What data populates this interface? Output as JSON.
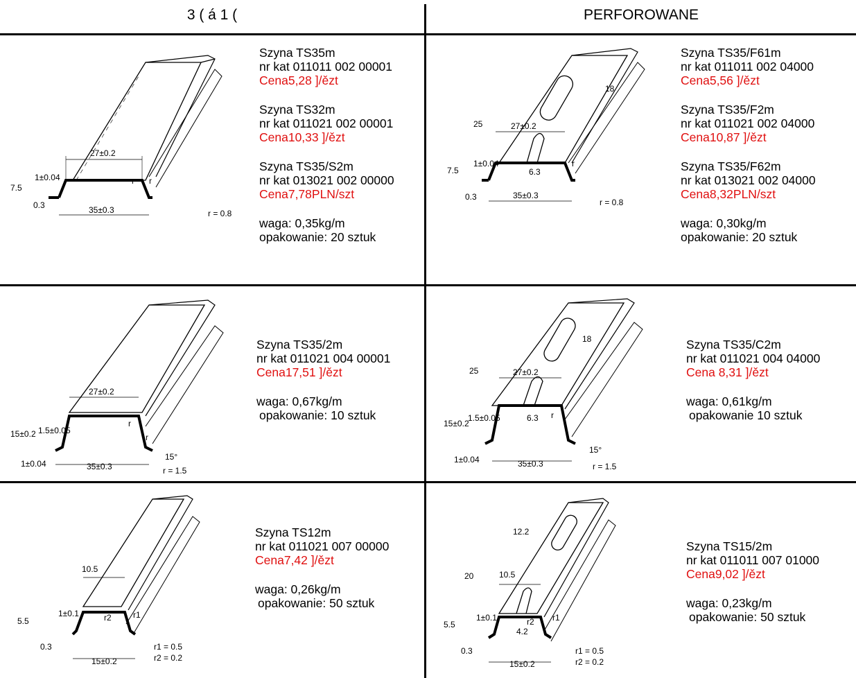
{
  "header": {
    "left": "3 ( á 1 (",
    "right": "PERFOROWANE"
  },
  "rows": [
    {
      "left": {
        "items": [
          {
            "name": "Szyna TS35m",
            "kat": "nr kat 011011 002 00001",
            "price": "Cena5,28 ]/ězt"
          },
          {
            "name": "Szyna TS32m",
            "kat": "nr kat 011021 002 00001",
            "price": "Cena10,33 ]/ězt"
          },
          {
            "name": "Szyna TS35/S2m",
            "kat": "nr kat 013021 002 00000",
            "price": "Cena7,78PLN/szt"
          }
        ],
        "waga": "waga: 0,35kg/m",
        "opak": "opakowanie: 20 sztuk",
        "dims": {
          "w": "27±0.2",
          "base": "35±0.3",
          "h": "7.5",
          "t": "1±0.04",
          "s": "0.3",
          "r": "r = 0.8"
        }
      },
      "right": {
        "items": [
          {
            "name": "Szyna TS35/F61m",
            "kat": "nr kat 011011 002 04000",
            "price": "Cena5,56 ]/ězt"
          },
          {
            "name": "Szyna TS35/F2m",
            "kat": "nr kat 011021 002 04000",
            "price": "Cena10,87 ]/ězt"
          },
          {
            "name": "Szyna TS35/F62m",
            "kat": "nr kat 013021 002 04000",
            "price": "Cena8,32PLN/szt"
          }
        ],
        "waga": "waga: 0,30kg/m",
        "opak": "opakowanie: 20 sztuk",
        "dims": {
          "w": "27±0.2",
          "base": "35±0.3",
          "h": "7.5",
          "t": "1±0.04",
          "s": "0.3",
          "r": "r = 0.8",
          "slot": "18",
          "pitch": "25",
          "hole": "6.3"
        }
      }
    },
    {
      "left": {
        "items": [
          {
            "name": "Szyna TS35/2m",
            "kat": "nr kat 011021 004 00001",
            "price": "Cena17,51 ]/ězt"
          }
        ],
        "waga": "waga: 0,67kg/m",
        "opak": "opakowanie: 10 sztuk",
        "dims": {
          "w": "27±0.2",
          "base": "35±0.3",
          "h": "15±0.2",
          "t": "1±0.04",
          "s": "1.5±0.05",
          "r": "r = 1.5",
          "angle": "15°"
        }
      },
      "right": {
        "items": [
          {
            "name": "Szyna TS35/C2m",
            "kat": "nr kat 011021 004 04000",
            "price": "Cena 8,31 ]/ězt"
          }
        ],
        "waga": "waga: 0,61kg/m",
        "opak": "opakowanie 10 sztuk",
        "dims": {
          "w": "27±0.2",
          "base": "35±0.3",
          "h": "15±0.2",
          "t": "1±0.04",
          "s": "1.5±0.05",
          "r": "r = 1.5",
          "angle": "15°",
          "slot": "18",
          "pitch": "25",
          "hole": "6.3"
        }
      }
    },
    {
      "left": {
        "items": [
          {
            "name": "Szyna TS12m",
            "kat": "nr kat 011021 007 00000",
            "price": "Cena7,42 ]/ězt"
          }
        ],
        "waga": "waga: 0,26kg/m",
        "opak": "opakowanie: 50 sztuk",
        "dims": {
          "w": "10.5",
          "base": "15±0.2",
          "h": "5.5",
          "t": "1±0.1",
          "s": "0.3",
          "r": "r1 = 0.5",
          "r2": "r2 = 0.2"
        }
      },
      "right": {
        "items": [
          {
            "name": "Szyna TS15/2m",
            "kat": "nr kat 011011 007 01000",
            "price": "Cena9,02 ]/ězt"
          }
        ],
        "waga": "waga: 0,23kg/m",
        "opak": "opakowanie: 50 sztuk",
        "dims": {
          "w": "10.5",
          "base": "15±0.2",
          "h": "5.5",
          "t": "1±0.1",
          "s": "0.3",
          "r": "r1 = 0.5",
          "r2": "r2 = 0.2",
          "slot": "12.2",
          "pitch": "20",
          "hole": "4.2"
        }
      }
    }
  ]
}
